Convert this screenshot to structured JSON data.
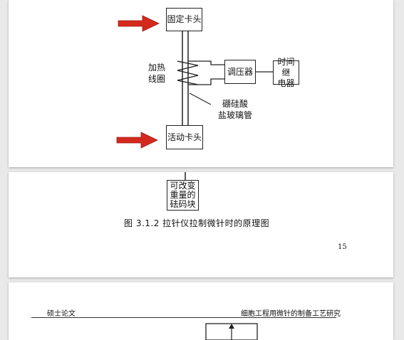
{
  "diagram": {
    "fixed_clamp": "固定卡头",
    "heating_coil": [
      "加热",
      "线圈"
    ],
    "voltage_regulator": "调压器",
    "time_relay": [
      "时间继",
      "电器"
    ],
    "borosilicate_tube": [
      "硼硅酸",
      "盐玻璃管"
    ],
    "movable_clamp": "活动卡头",
    "adjustable_weight": [
      "可改变",
      "重量的",
      "砝码块"
    ],
    "arrow_color": "#d42a1e"
  },
  "caption": "图 3.1.2  拉针仪拉制微针时的原理图",
  "page_number": "15",
  "next_page_header": {
    "left": "硕士论文",
    "right": "细胞工程用微针的制备工艺研究"
  }
}
